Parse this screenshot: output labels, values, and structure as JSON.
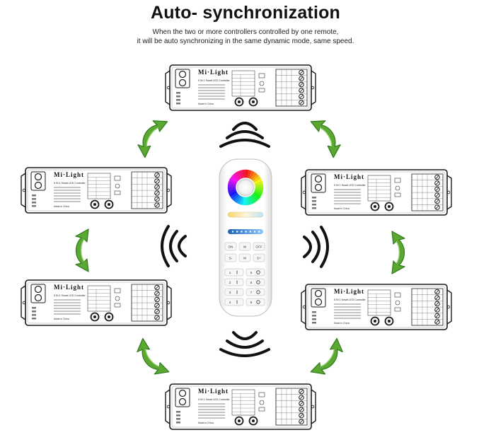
{
  "title": "Auto- synchronization",
  "subtitle_line1": "When the two or more controllers controlled by one remote,",
  "subtitle_line2": "it will be auto synchronizing in the same dynamic mode, same speed.",
  "controller": {
    "brand": "Mi·Light",
    "model": "5 IN 1 Smart LED Controller",
    "footer": "Made in China"
  },
  "remote": {
    "buttons": [
      "ON",
      "W",
      "OFF",
      "S-",
      "M",
      "S+"
    ],
    "zone_on": [
      "1",
      "2",
      "3",
      "4"
    ],
    "zone_off": [
      "5",
      "6",
      "7",
      "8"
    ]
  },
  "colors": {
    "arrow": "#5aa832",
    "arrow_dark": "#2f7a1c",
    "outline": "#1a1a1a"
  }
}
